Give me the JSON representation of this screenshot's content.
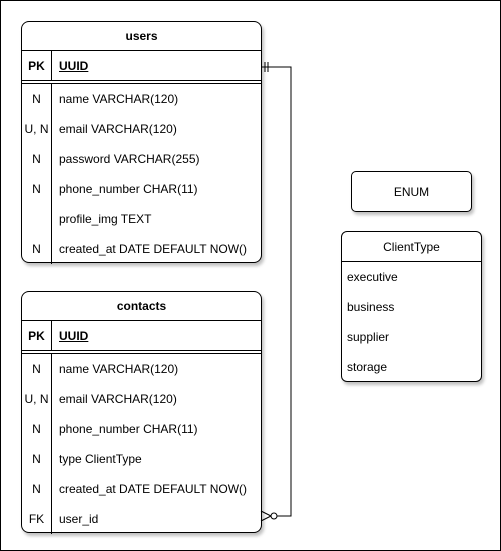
{
  "tables": {
    "users": {
      "title": "users",
      "pk": {
        "key": "PK",
        "field": "UUID"
      },
      "rows": [
        {
          "key": "N",
          "field": "name VARCHAR(120)"
        },
        {
          "key": "U, N",
          "field": "email VARCHAR(120)"
        },
        {
          "key": "N",
          "field": "password VARCHAR(255)"
        },
        {
          "key": "N",
          "field": "phone_number CHAR(11)"
        },
        {
          "key": "",
          "field": "profile_img TEXT"
        },
        {
          "key": "N",
          "field": "created_at DATE DEFAULT NOW()"
        }
      ]
    },
    "contacts": {
      "title": "contacts",
      "pk": {
        "key": "PK",
        "field": "UUID"
      },
      "rows": [
        {
          "key": "N",
          "field": "name VARCHAR(120)"
        },
        {
          "key": "U, N",
          "field": "email VARCHAR(120)"
        },
        {
          "key": "N",
          "field": "phone_number CHAR(11)"
        },
        {
          "key": "N",
          "field": "type ClientType"
        },
        {
          "key": "N",
          "field": "created_at DATE DEFAULT NOW()"
        },
        {
          "key": "FK",
          "field": "user_id"
        }
      ]
    }
  },
  "enum": {
    "label": "ENUM",
    "client_type": {
      "title": "ClientType",
      "values": [
        "executive",
        "business",
        "supplier",
        "storage"
      ]
    }
  },
  "relationship": {
    "from": "users",
    "to": "contacts",
    "from_end": "one-and-only-one",
    "to_end": "zero-or-many"
  }
}
